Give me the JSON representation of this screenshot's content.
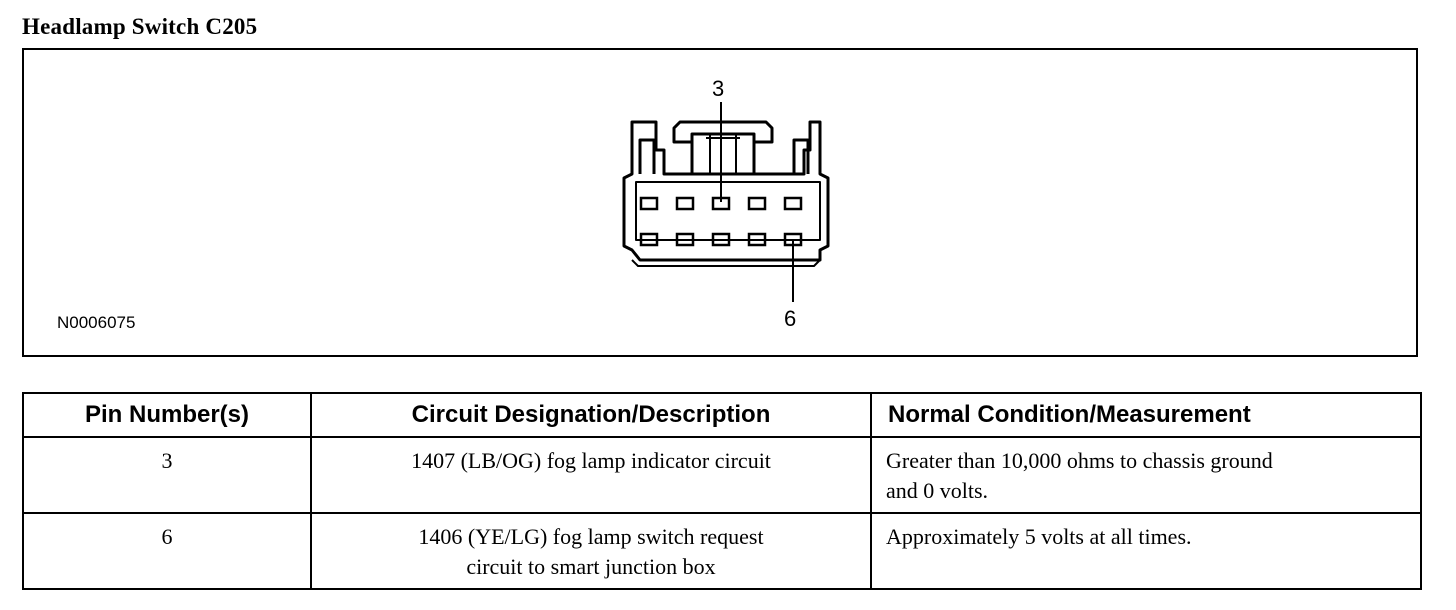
{
  "title": "Headlamp Switch C205",
  "diagram": {
    "reference_id": "N0006075",
    "pin_callouts": [
      {
        "label": "3",
        "row": 1,
        "col": 3
      },
      {
        "label": "6",
        "row": 2,
        "col": 5
      }
    ],
    "connector": {
      "rows": 2,
      "cols": 5
    }
  },
  "table": {
    "headers": [
      "Pin Number(s)",
      "Circuit Designation/Description",
      "Normal Condition/Measurement"
    ],
    "rows": [
      {
        "pin": "3",
        "description_lines": [
          "1407 (LB/OG) fog lamp indicator circuit"
        ],
        "measurement_lines": [
          "Greater than 10,000 ohms to chassis ground",
          "and 0 volts."
        ]
      },
      {
        "pin": "6",
        "description_lines": [
          "1406 (YE/LG) fog lamp switch request",
          "circuit to smart junction box"
        ],
        "measurement_lines": [
          "Approximately 5 volts at all times."
        ]
      }
    ]
  }
}
